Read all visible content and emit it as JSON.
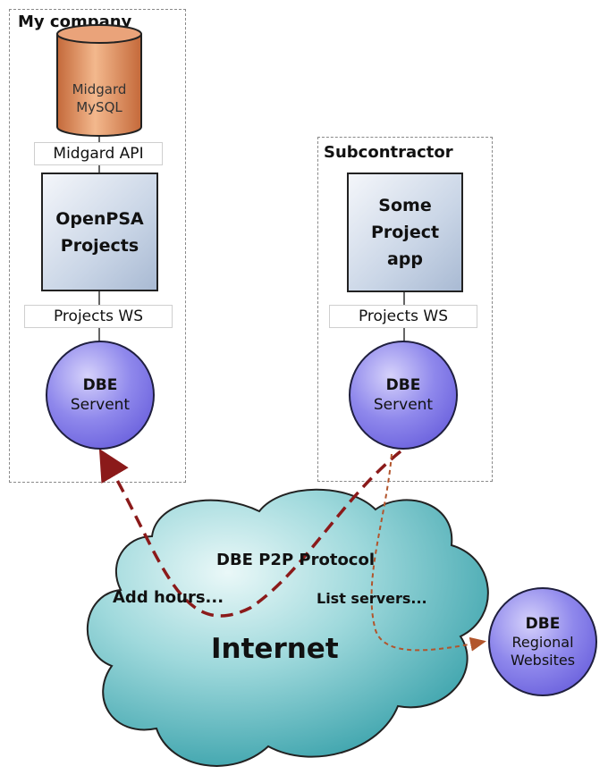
{
  "groups": {
    "my_company": {
      "title": "My company"
    },
    "subcontractor": {
      "title": "Subcontractor"
    }
  },
  "database": {
    "label": "Midgard\nMySQL"
  },
  "interfaces": {
    "midgard_api": "Midgard API",
    "projects_ws_left": "Projects WS",
    "projects_ws_right": "Projects WS"
  },
  "apps": {
    "openpsa": "OpenPSA\nProjects",
    "some_project": "Some\nProject\napp"
  },
  "nodes": {
    "servent_left": {
      "line1": "DBE",
      "line2": "Servent"
    },
    "servent_right": {
      "line1": "DBE",
      "line2": "Servent"
    },
    "regional": {
      "line1": "DBE",
      "line2": "Regional\nWebsites"
    }
  },
  "cloud": {
    "protocol": "DBE P2P Protocol",
    "add_hours": "Add hours...",
    "list_servers": "List servers...",
    "internet": "Internet"
  },
  "colors": {
    "protocol_arrow": "#8b1a1a",
    "list_arrow": "#b2552c",
    "cloud_fill": "#5fb8c0",
    "node_fill": "#7a72e6",
    "db_fill": "#d98a55"
  }
}
